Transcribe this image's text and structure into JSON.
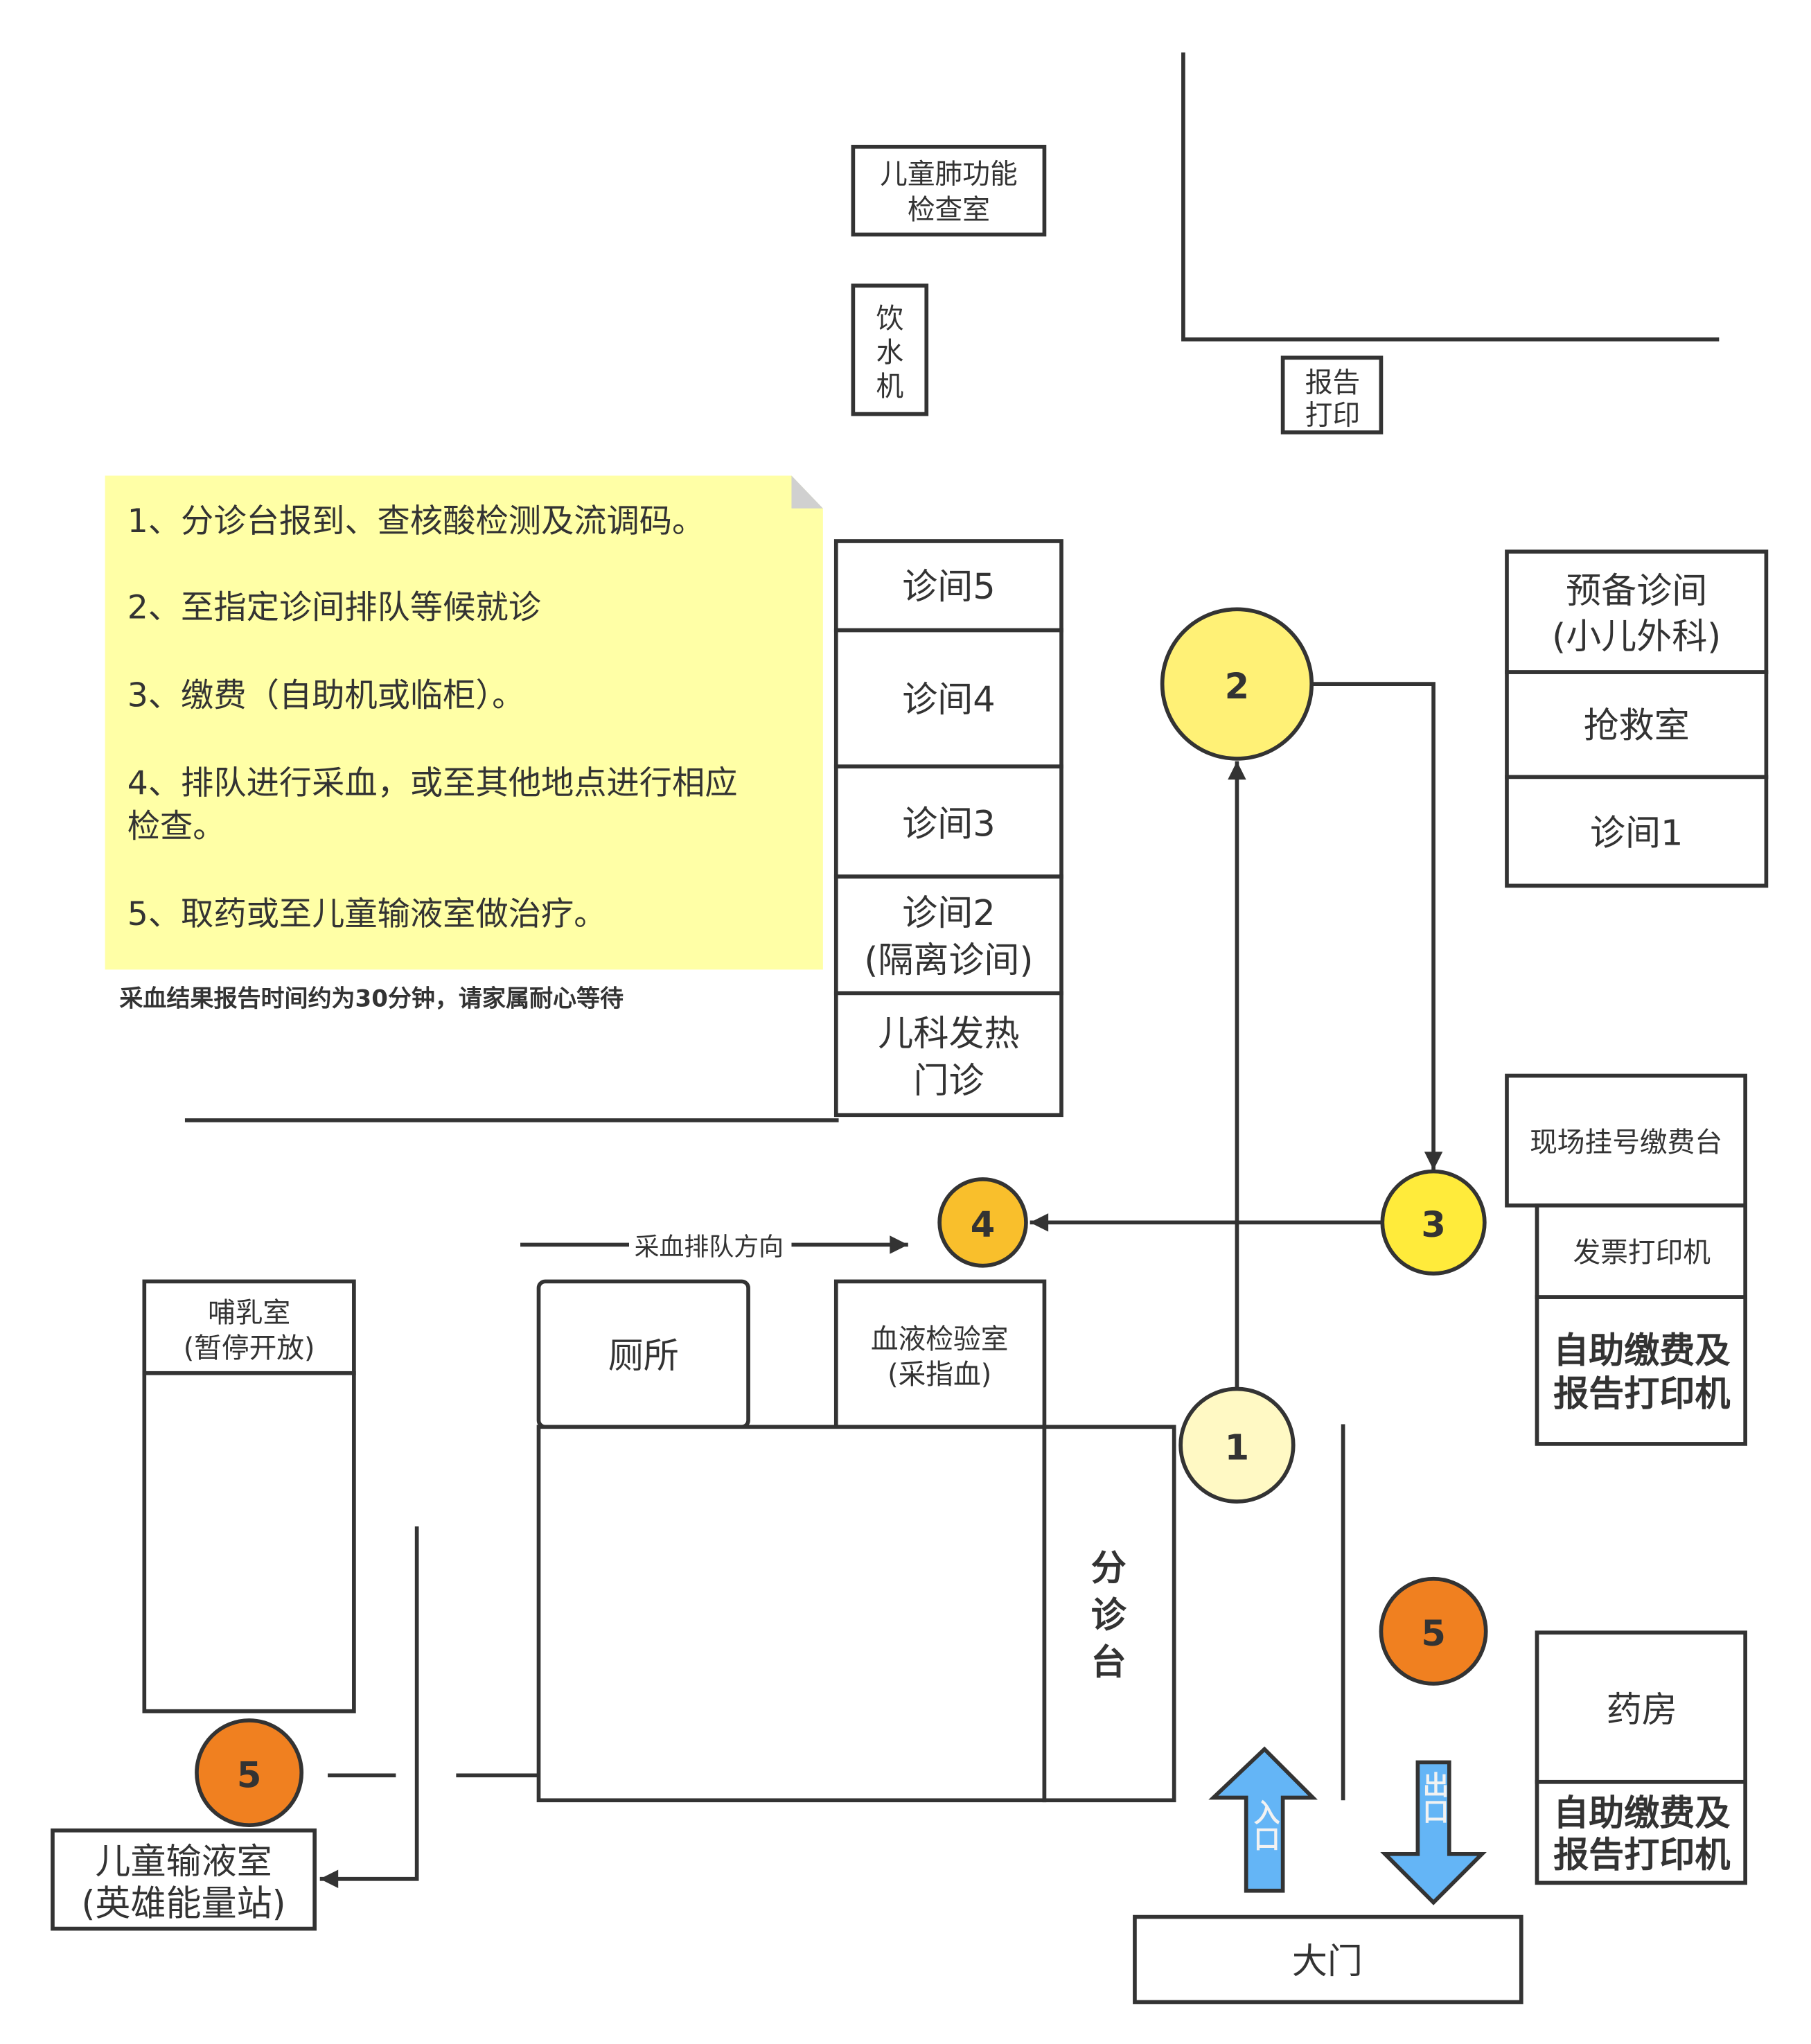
{
  "rooms": {
    "lung_test": [
      "儿童肺功能",
      "检查室"
    ],
    "water": [
      "饮",
      "水",
      "机"
    ],
    "report_print": [
      "报告",
      "打印"
    ],
    "room5": "诊间5",
    "room4": "诊间4",
    "room3": "诊间3",
    "room2": [
      "诊间2",
      "(隔离诊间)"
    ],
    "fever": [
      "儿科发热",
      "门诊"
    ],
    "reserve": [
      "预备诊间",
      "(小儿外科)"
    ],
    "rescue": "抢救室",
    "room1": "诊间1",
    "register": "现场挂号缴费台",
    "invoice": "发票打印机",
    "self_pay_1": [
      "自助缴费及",
      "报告打印机"
    ],
    "nursing": [
      "哺乳室",
      "(暂停开放)"
    ],
    "toilet": "厕所",
    "blood_lab": [
      "血液检验室",
      "(采指血)"
    ],
    "triage": [
      "分",
      "诊",
      "台"
    ],
    "infusion": [
      "儿童输液室",
      "(英雄能量站)"
    ],
    "pharmacy": "药房",
    "self_pay_2": [
      "自助缴费及",
      "报告打印机"
    ],
    "gate": "大门"
  },
  "arrows": {
    "entrance": "入口",
    "exit": "出口",
    "blood_queue": "采血排队方向"
  },
  "steps": {
    "s1": "1",
    "s2": "2",
    "s3": "3",
    "s4": "4",
    "s5a": "5",
    "s5b": "5"
  },
  "note": {
    "lines": [
      "1、分诊台报到、查核酸检测及流调码。",
      "2、至指定诊间排队等候就诊",
      "3、缴费（自助机或临柜）。",
      "4、排队进行采血，或至其他地点进行相应",
      "检查。",
      "5、取药或至儿童输液室做治疗。"
    ],
    "footer": "采血结果报告时间约为30分钟，请家属耐心等待"
  },
  "colors": {
    "note": "#FFFFA6",
    "step1": "#FFF9C4",
    "step2": "#FFF176",
    "step3": "#FFEB3B",
    "step4": "#F9BF2C",
    "step5": "#F08020",
    "arrow": "#64B5F6",
    "line": "#333333"
  }
}
